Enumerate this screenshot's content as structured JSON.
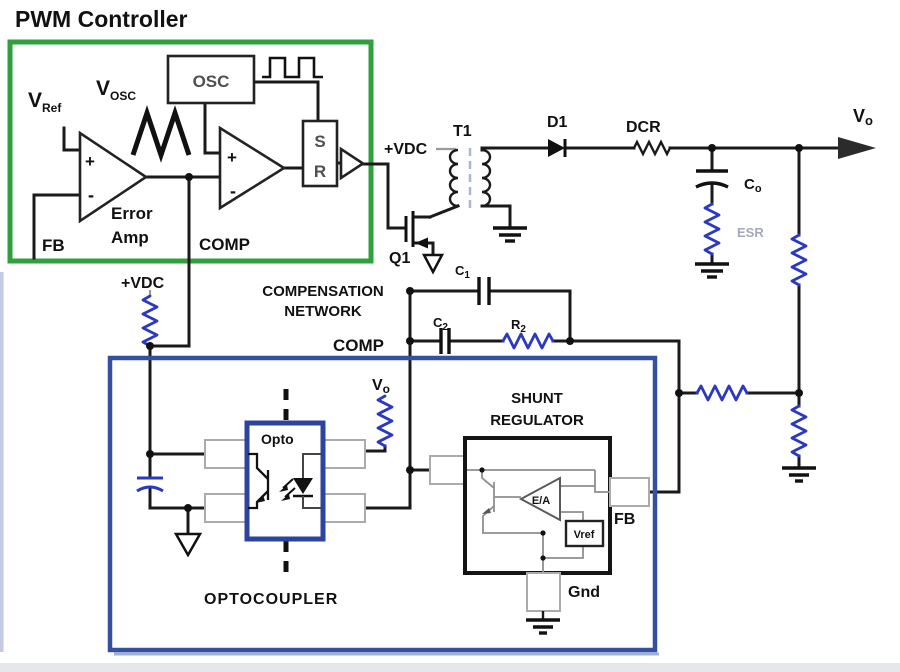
{
  "title": "PWM Controller",
  "colors": {
    "green_box": "#2fa13c",
    "feedback_box": "#35509f",
    "opto_box": "#2c43a0",
    "component_blue": "#2b38c2",
    "wire": "#1a1a1a"
  },
  "pwm": {
    "v_ref_base": "V",
    "v_ref_sub": "Ref",
    "v_osc_base": "V",
    "v_osc_sub": "OSC",
    "osc": "OSC",
    "error_amp_line1": "Error",
    "error_amp_line2": "Amp",
    "fb": "FB",
    "comp": "COMP",
    "latch_s": "S",
    "latch_r": "R",
    "plus": "+",
    "minus": "-"
  },
  "power": {
    "vdc_pullup": "+VDC",
    "vdc_primary": "+VDC",
    "t1": "T1",
    "q1": "Q1",
    "d1": "D1",
    "dcr": "DCR",
    "vo_base": "V",
    "vo_sub": "o",
    "co_base": "C",
    "co_sub": "o",
    "esr": "ESR"
  },
  "compensation": {
    "heading_line1": "COMPENSATION",
    "heading_line2": "NETWORK",
    "comp": "COMP",
    "c1_base": "C",
    "c1_sub": "1",
    "c2_base": "C",
    "c2_sub": "2",
    "r2_base": "R",
    "r2_sub": "2"
  },
  "feedback": {
    "optocoupler": "OPTOCOUPLER",
    "opto": "Opto",
    "vo_base": "V",
    "vo_sub": "o",
    "shunt_line1": "SHUNT",
    "shunt_line2": "REGULATOR",
    "ea": "E/A",
    "vref": "Vref",
    "fb": "FB",
    "gnd": "Gnd"
  }
}
